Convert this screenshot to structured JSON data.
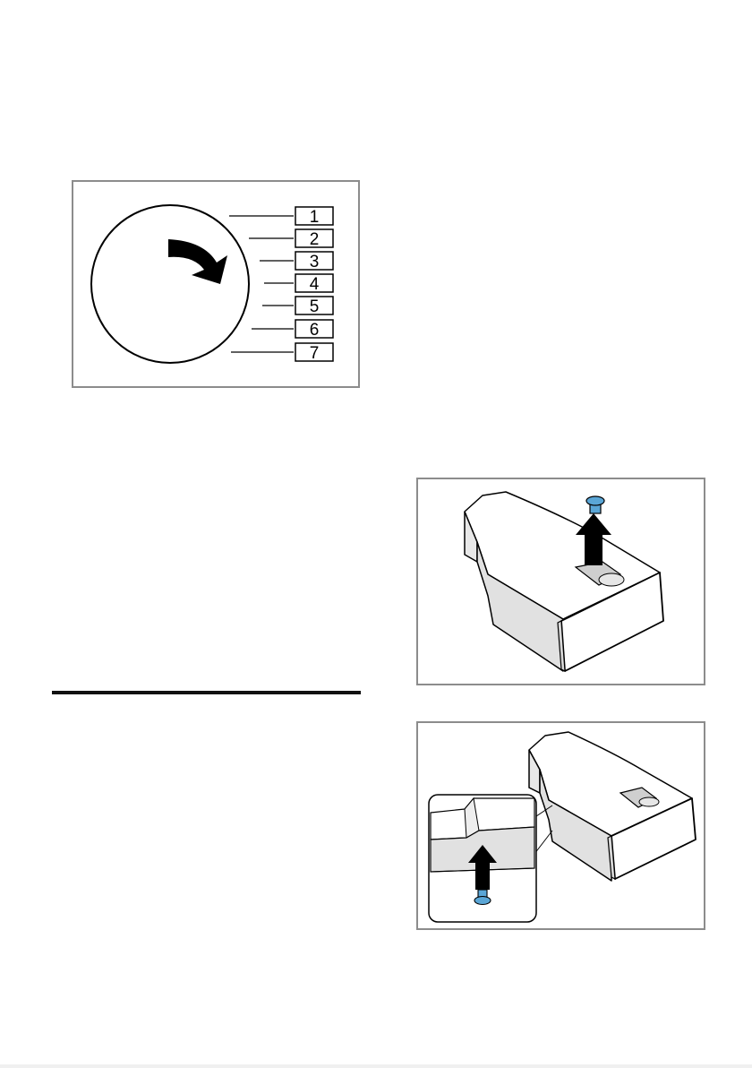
{
  "dial_figure": {
    "levels": [
      "1",
      "2",
      "3",
      "4",
      "5",
      "6",
      "7"
    ],
    "arrow_direction": "clockwise",
    "frame_color": "#8c8c8c"
  },
  "drawer_figure_1": {
    "part_color": "#5aa6d6",
    "action": "remove-stopper-upward"
  },
  "drawer_figure_2": {
    "part_color": "#5aa6d6",
    "action": "insert-stopper-from-below",
    "has_detail_inset": true
  }
}
